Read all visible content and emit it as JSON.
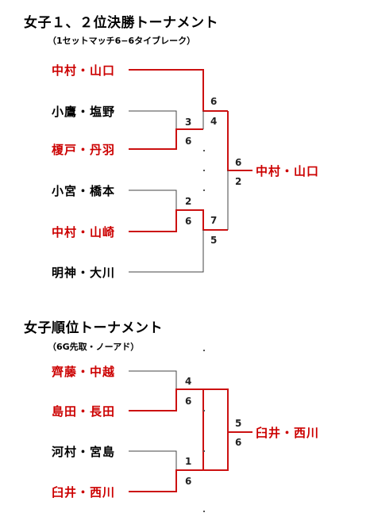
{
  "colors": {
    "winner": "#cc0000",
    "loser": "#000000",
    "winner_line": "#cc1111",
    "loser_line": "#444444"
  },
  "section1": {
    "title": "女子１、２位決勝トーナメント",
    "subtitle": "（1セットマッチ6−6タイブレーク）",
    "players": [
      "中村・山口",
      "小鷹・塩野",
      "榎戸・丹羽",
      "小宮・橋本",
      "中村・山崎",
      "明神・大川"
    ],
    "champion": "中村・山口",
    "scores": {
      "sf1_top": "3",
      "sf1_bottom": "6",
      "sf2_top": "2",
      "sf2_bottom": "6",
      "semi_a_top": "6",
      "semi_a_bottom": "4",
      "semi_b_top": "7",
      "semi_b_bottom": "5",
      "final_top": "6",
      "final_bottom": "2"
    }
  },
  "section2": {
    "title": "女子順位トーナメント",
    "subtitle": "（6G先取・ノーアド）",
    "players": [
      "齊藤・中越",
      "島田・長田",
      "河村・宮島",
      "臼井・西川"
    ],
    "champion": "臼井・西川",
    "scores": {
      "m1_top": "4",
      "m1_bottom": "6",
      "m2_top": "1",
      "m2_bottom": "6",
      "final_top": "5",
      "final_bottom": "6"
    }
  }
}
